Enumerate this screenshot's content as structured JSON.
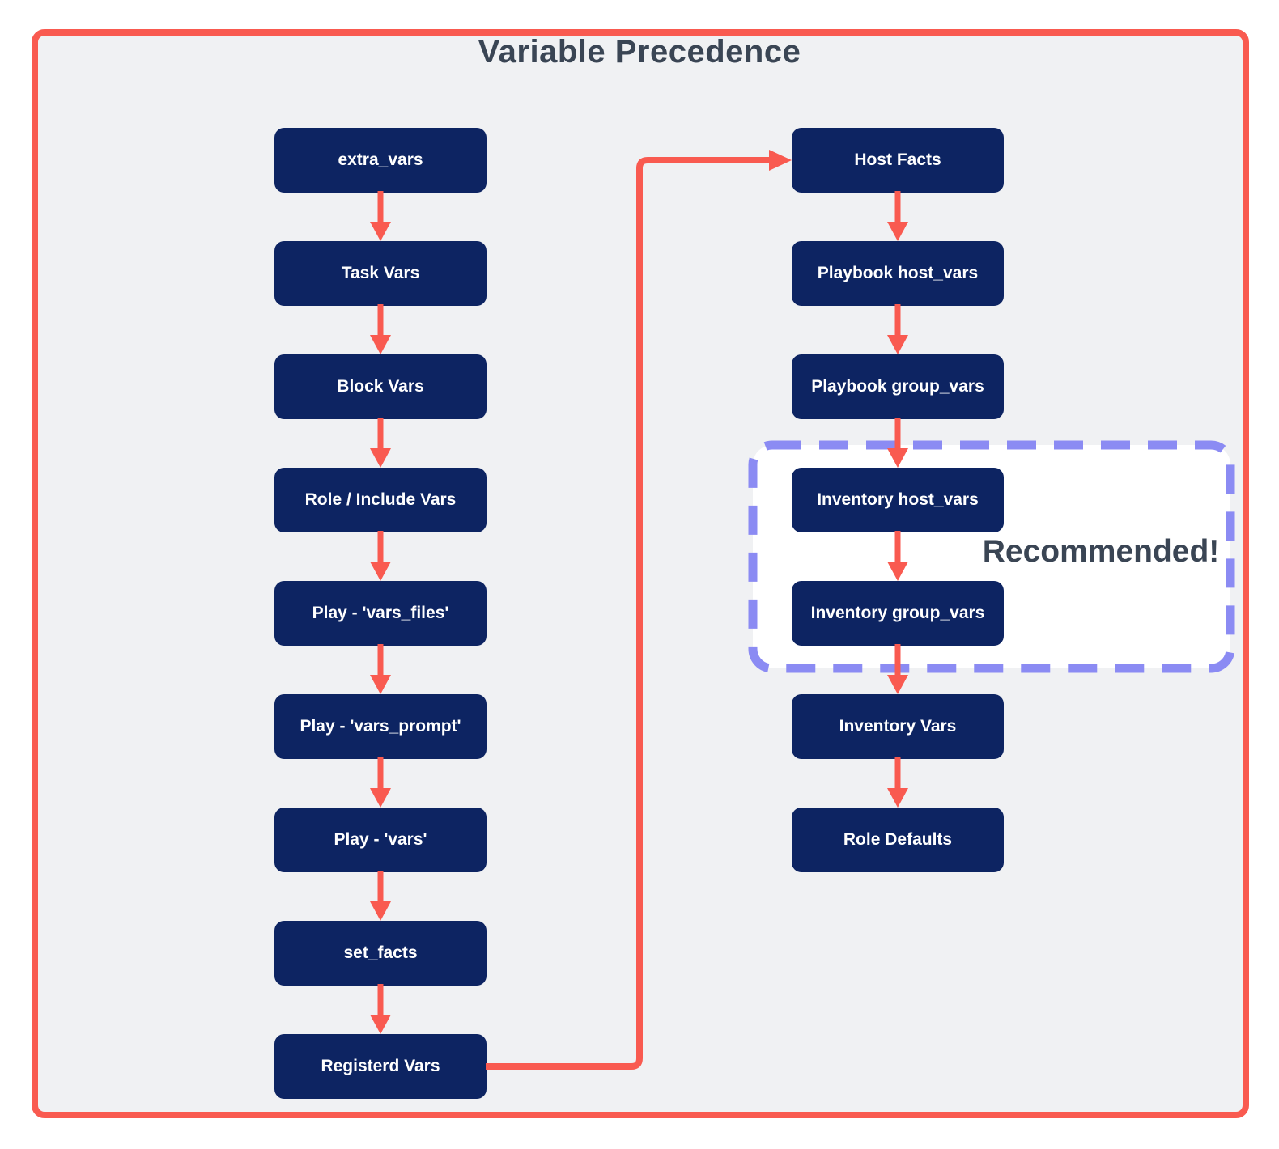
{
  "title": "Variable Precedence",
  "recommended": {
    "label": "Recommended!"
  },
  "left_column": {
    "items": [
      {
        "label": "extra_vars"
      },
      {
        "label": "Task Vars"
      },
      {
        "label": "Block Vars"
      },
      {
        "label": "Role / Include Vars"
      },
      {
        "label": "Play - 'vars_files'"
      },
      {
        "label": "Play - 'vars_prompt'"
      },
      {
        "label": "Play - 'vars'"
      },
      {
        "label": "set_facts"
      },
      {
        "label": "Registerd Vars"
      }
    ]
  },
  "right_column": {
    "items": [
      {
        "label": "Host Facts"
      },
      {
        "label": "Playbook host_vars"
      },
      {
        "label": "Playbook group_vars"
      },
      {
        "label": "Inventory host_vars"
      },
      {
        "label": "Inventory group_vars"
      },
      {
        "label": "Inventory Vars"
      },
      {
        "label": "Role Defaults"
      }
    ]
  },
  "edges": [
    {
      "from": "extra_vars",
      "to": "Task Vars"
    },
    {
      "from": "Task Vars",
      "to": "Block Vars"
    },
    {
      "from": "Block Vars",
      "to": "Role / Include Vars"
    },
    {
      "from": "Role / Include Vars",
      "to": "Play - 'vars_files'"
    },
    {
      "from": "Play - 'vars_files'",
      "to": "Play - 'vars_prompt'"
    },
    {
      "from": "Play - 'vars_prompt'",
      "to": "Play - 'vars'"
    },
    {
      "from": "Play - 'vars'",
      "to": "set_facts"
    },
    {
      "from": "set_facts",
      "to": "Registerd Vars"
    },
    {
      "from": "Registerd Vars",
      "to": "Host Facts"
    },
    {
      "from": "Host Facts",
      "to": "Playbook host_vars"
    },
    {
      "from": "Playbook host_vars",
      "to": "Playbook group_vars"
    },
    {
      "from": "Playbook group_vars",
      "to": "Inventory host_vars"
    },
    {
      "from": "Inventory host_vars",
      "to": "Inventory group_vars"
    },
    {
      "from": "Inventory group_vars",
      "to": "Inventory Vars"
    },
    {
      "from": "Inventory Vars",
      "to": "Role Defaults"
    }
  ],
  "recommended_group_members": [
    "Inventory host_vars",
    "Inventory group_vars"
  ],
  "colors": {
    "border": "#f95a50",
    "arrow": "#f95a50",
    "box_fill": "#0d2462",
    "box_text": "#ffffff",
    "dashed_border": "#8b8bf3",
    "canvas_bg": "#f0f1f3",
    "title_text": "#3a4554",
    "page_bg": "#ffffff"
  }
}
